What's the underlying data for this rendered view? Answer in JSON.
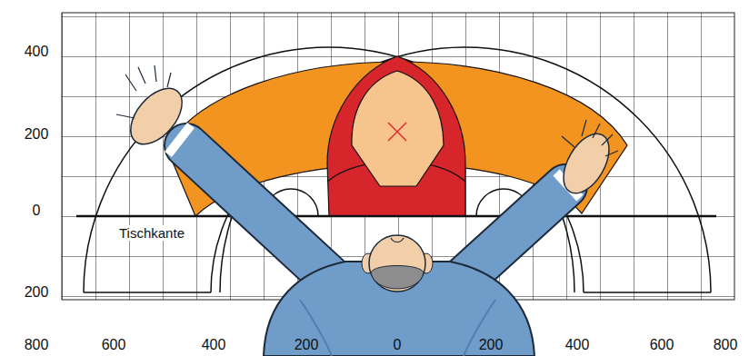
{
  "diagram": {
    "labels": [
      "400",
      "200",
      "0",
      "Tischkante",
      "200",
      "800",
      "600",
      "400",
      "200",
      "0",
      "200",
      "400",
      "600",
      "800"
    ]
  }
}
